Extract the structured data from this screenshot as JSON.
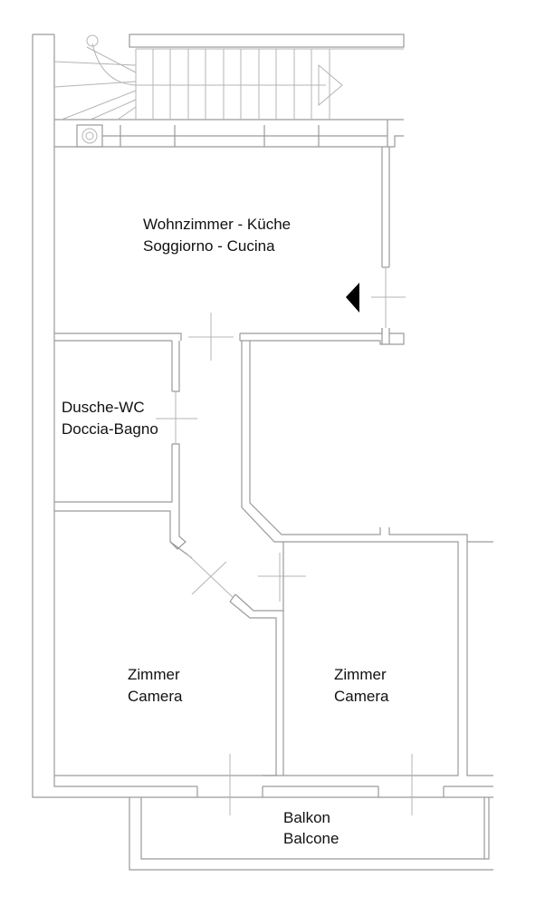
{
  "rooms": {
    "living": {
      "line1": "Wohnzimmer - Küche",
      "line2": "Soggiorno - Cucina"
    },
    "bath": {
      "line1": "Dusche-WC",
      "line2": "Doccia-Bagno"
    },
    "room_left": {
      "line1": "Zimmer",
      "line2": "Camera"
    },
    "room_right": {
      "line1": "Zimmer",
      "line2": "Camera"
    },
    "balcony": {
      "line1": "Balkon",
      "line2": "Balcone"
    }
  },
  "icons": {
    "entrance": "entrance-arrow-icon",
    "chimney": "chimney-flue-icon",
    "stair_direction": "stair-direction-arrow-icon"
  },
  "colors": {
    "walls": "#9a9a9a",
    "text": "#111111",
    "entrance_marker": "#000000"
  }
}
